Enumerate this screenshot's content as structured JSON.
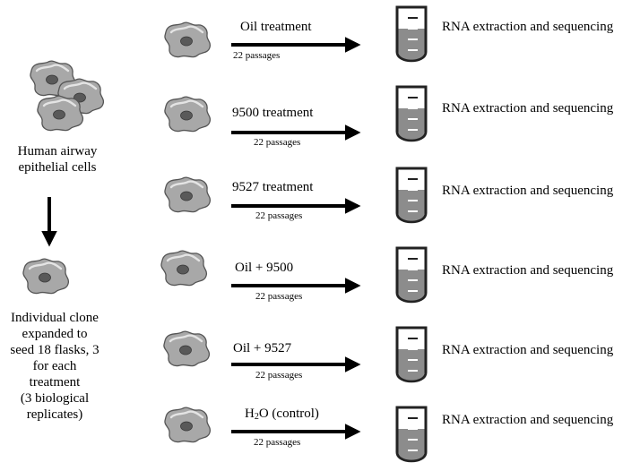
{
  "source_cells": {
    "label": "Human airway\nepithelial cells"
  },
  "clone": {
    "label": "Individual clone\nexpanded to\nseed 18 flasks, 3\nfor each\ntreatment\n(3 biological\nreplicates)"
  },
  "treatments": [
    {
      "name": "Oil treatment",
      "passages": "22 passages",
      "outcome": "RNA extraction and sequencing"
    },
    {
      "name": "9500 treatment",
      "passages": "22 passages",
      "outcome": "RNA extraction and sequencing"
    },
    {
      "name": "9527 treatment",
      "passages": "22 passages",
      "outcome": "RNA extraction and sequencing"
    },
    {
      "name": "Oil + 9500",
      "passages": "22 passages",
      "outcome": "RNA extraction and sequencing"
    },
    {
      "name": "Oil + 9527",
      "passages": "22 passages",
      "outcome": "RNA extraction and sequencing"
    },
    {
      "name_prefix": "H",
      "name_sub": "2",
      "name_suffix": "O (control)",
      "passages": "22 passages",
      "outcome": "RNA extraction and sequencing"
    }
  ]
}
